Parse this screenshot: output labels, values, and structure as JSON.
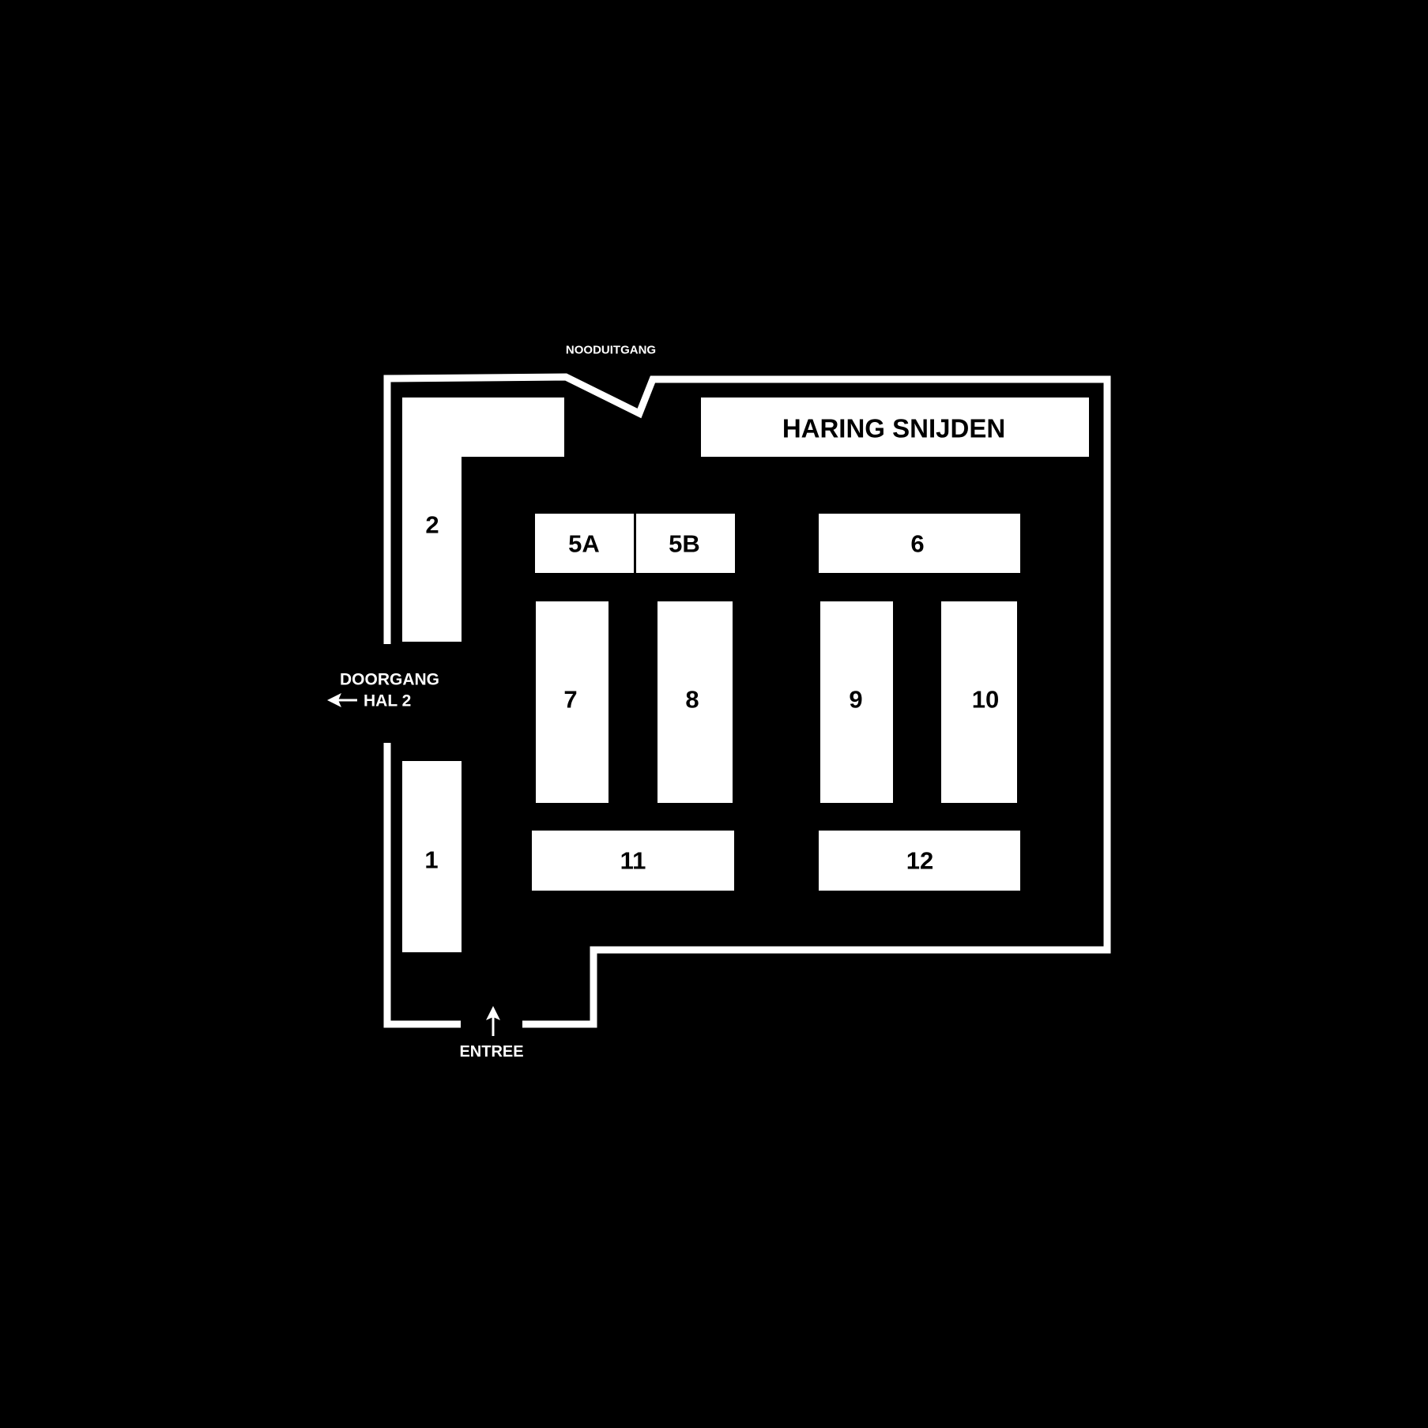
{
  "colors": {
    "background": "#000000",
    "foreground": "#ffffff"
  },
  "labels": {
    "emergency_exit": "NOODUITGANG",
    "passage_line1": "DOORGANG",
    "passage_line2": "HAL 2",
    "entrance": "ENTREE"
  },
  "stands": {
    "haring": "HARING SNIJDEN",
    "s1": "1",
    "s2": "2",
    "s5a": "5A",
    "s5b": "5B",
    "s6": "6",
    "s7": "7",
    "s8": "8",
    "s9": "9",
    "s10": "10",
    "s11": "11",
    "s12": "12"
  },
  "icons": {
    "passage": "arrow-left-icon",
    "entrance": "arrow-up-icon"
  }
}
